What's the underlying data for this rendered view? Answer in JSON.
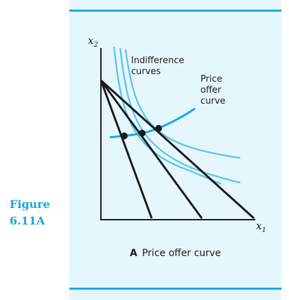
{
  "figure": {
    "label_line1": "Figure",
    "label_line2": "6.11A"
  },
  "diagram": {
    "y_axis_label": "x",
    "y_axis_subscript": "2",
    "x_axis_label": "x",
    "x_axis_subscript": "1",
    "indifference_label_line1": "Indifference",
    "indifference_label_line2": "curves",
    "pricecurve_label_line1": "Price",
    "pricecurve_label_line2": "offer",
    "pricecurve_label_line3": "curve",
    "caption_letter": "A",
    "caption_text": "Price offer curve",
    "colors": {
      "accent": "#19a8e6",
      "panel": "#e6f6fd",
      "curve": "#52c4ee",
      "ink": "#1a1a1a"
    }
  }
}
